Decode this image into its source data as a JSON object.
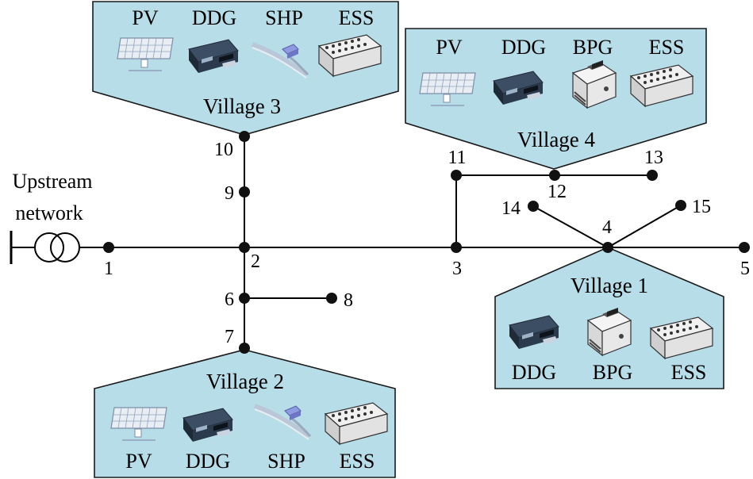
{
  "upstream": {
    "label_line1": "Upstream",
    "label_line2": "network"
  },
  "nodes": [
    {
      "id": "1",
      "label": "1"
    },
    {
      "id": "2",
      "label": "2"
    },
    {
      "id": "3",
      "label": "3"
    },
    {
      "id": "4",
      "label": "4"
    },
    {
      "id": "5",
      "label": "5"
    },
    {
      "id": "6",
      "label": "6"
    },
    {
      "id": "7",
      "label": "7"
    },
    {
      "id": "8",
      "label": "8"
    },
    {
      "id": "9",
      "label": "9"
    },
    {
      "id": "10",
      "label": "10"
    },
    {
      "id": "11",
      "label": "11"
    },
    {
      "id": "12",
      "label": "12"
    },
    {
      "id": "13",
      "label": "13"
    },
    {
      "id": "14",
      "label": "14"
    },
    {
      "id": "15",
      "label": "15"
    }
  ],
  "villages": [
    {
      "name": "Village 1",
      "node": "4",
      "devices": [
        "DDG",
        "BPG",
        "ESS"
      ]
    },
    {
      "name": "Village 2",
      "node": "7",
      "devices": [
        "PV",
        "DDG",
        "SHP",
        "ESS"
      ]
    },
    {
      "name": "Village 3",
      "node": "10",
      "devices": [
        "PV",
        "DDG",
        "SHP",
        "ESS"
      ]
    },
    {
      "name": "Village 4",
      "node": "12",
      "devices": [
        "PV",
        "DDG",
        "BPG",
        "ESS"
      ]
    }
  ],
  "colors": {
    "panel": "#b7dde8",
    "line": "#000000"
  }
}
